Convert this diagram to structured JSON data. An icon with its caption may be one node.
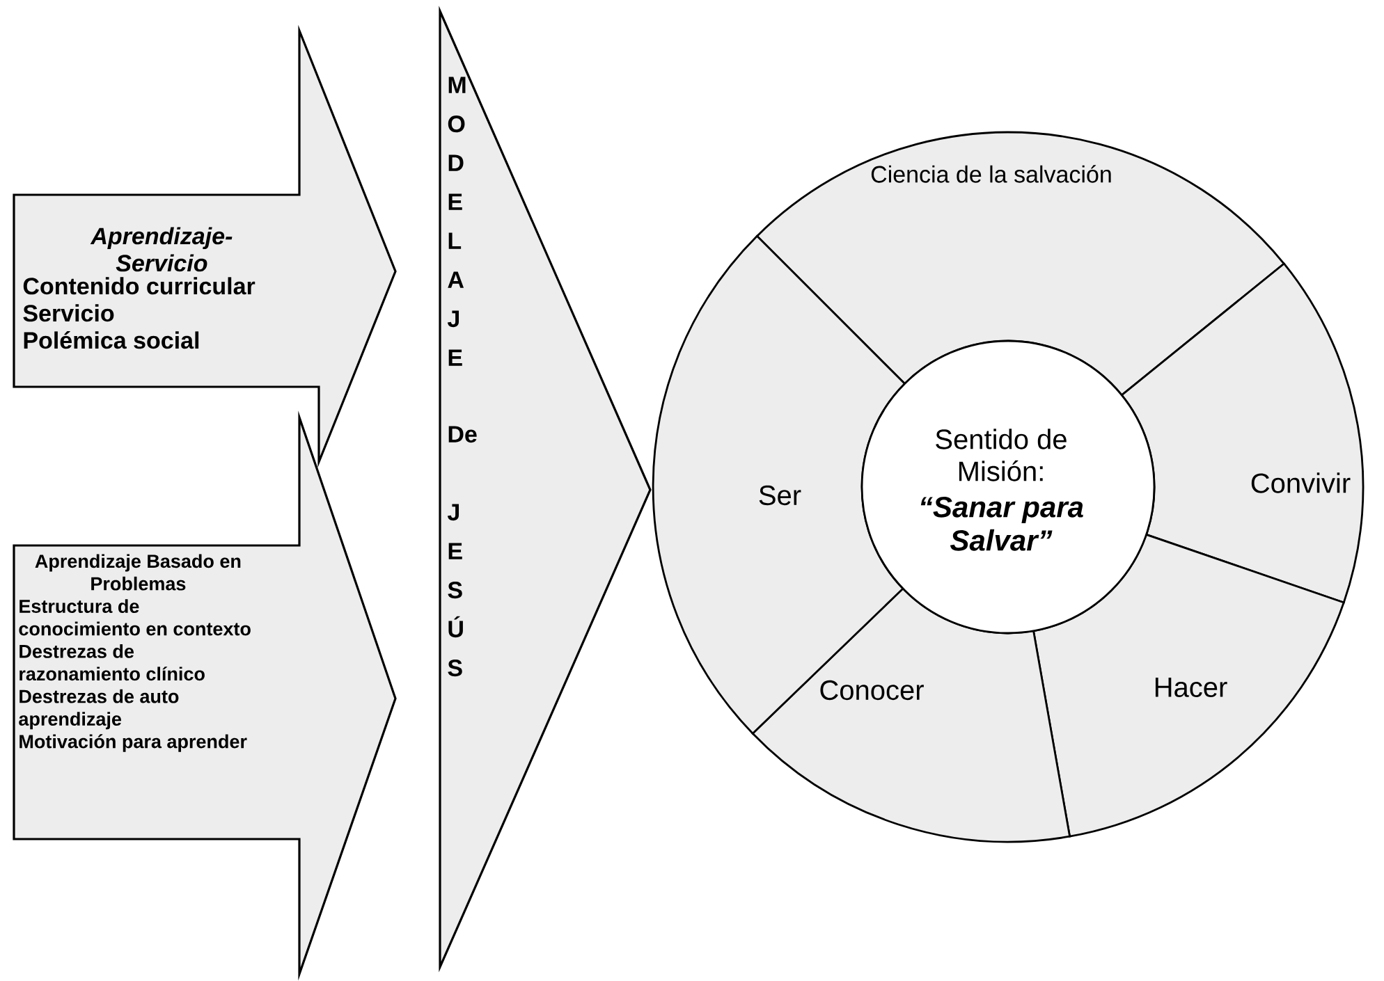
{
  "diagram": {
    "nodes": [
      {
        "text": [
          "Aprendizaje-Servicio",
          "Contenido curricular",
          "Servicio",
          "Polémica social"
        ]
      },
      {
        "text": [
          "Aprendizaje Basado en Problemas",
          "Estructura de conocimiento en contexto",
          "Destrezas de razonamiento clínico",
          "Destrezas de auto aprendizaje",
          "Motivación para aprender"
        ]
      },
      {
        "text": [
          "MODELAJE",
          "De",
          "JESÚS"
        ]
      },
      {
        "text": [
          "Ciencia de la salvación"
        ]
      },
      {
        "text": [
          "Convivir"
        ]
      },
      {
        "text": [
          "Hacer"
        ]
      },
      {
        "text": [
          "Conocer"
        ]
      },
      {
        "text": [
          "Ser"
        ]
      },
      {
        "text": [
          "Sentido de Misión:",
          "“Sanar para Salvar”"
        ]
      }
    ]
  }
}
